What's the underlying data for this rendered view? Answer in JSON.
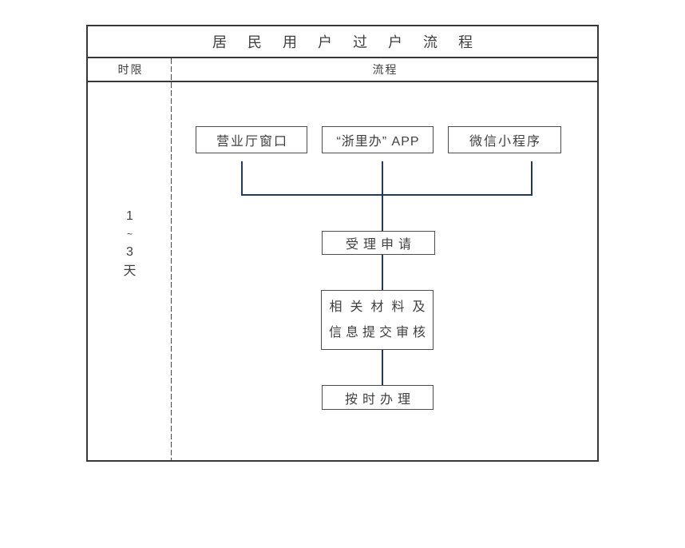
{
  "page": {
    "title": "居民用户过户流程"
  },
  "table": {
    "headers": {
      "time_limit": "时限",
      "process": "流程"
    }
  },
  "time_limit": {
    "lines": [
      "1",
      "~",
      "3",
      "天"
    ]
  },
  "flow": {
    "channels": [
      {
        "label": "营业厅窗口"
      },
      {
        "label": "“浙里办” APP"
      },
      {
        "label": "微信小程序"
      }
    ],
    "steps": [
      {
        "label": "受理申请"
      },
      {
        "lines": [
          "相关材料及",
          "信息提交审核"
        ]
      },
      {
        "label": "按时办理"
      }
    ]
  },
  "colors": {
    "connector": "#1f3a60",
    "frame_border": "#383838",
    "box_border": "#4d4d4d",
    "text": "#3f3f3f"
  }
}
